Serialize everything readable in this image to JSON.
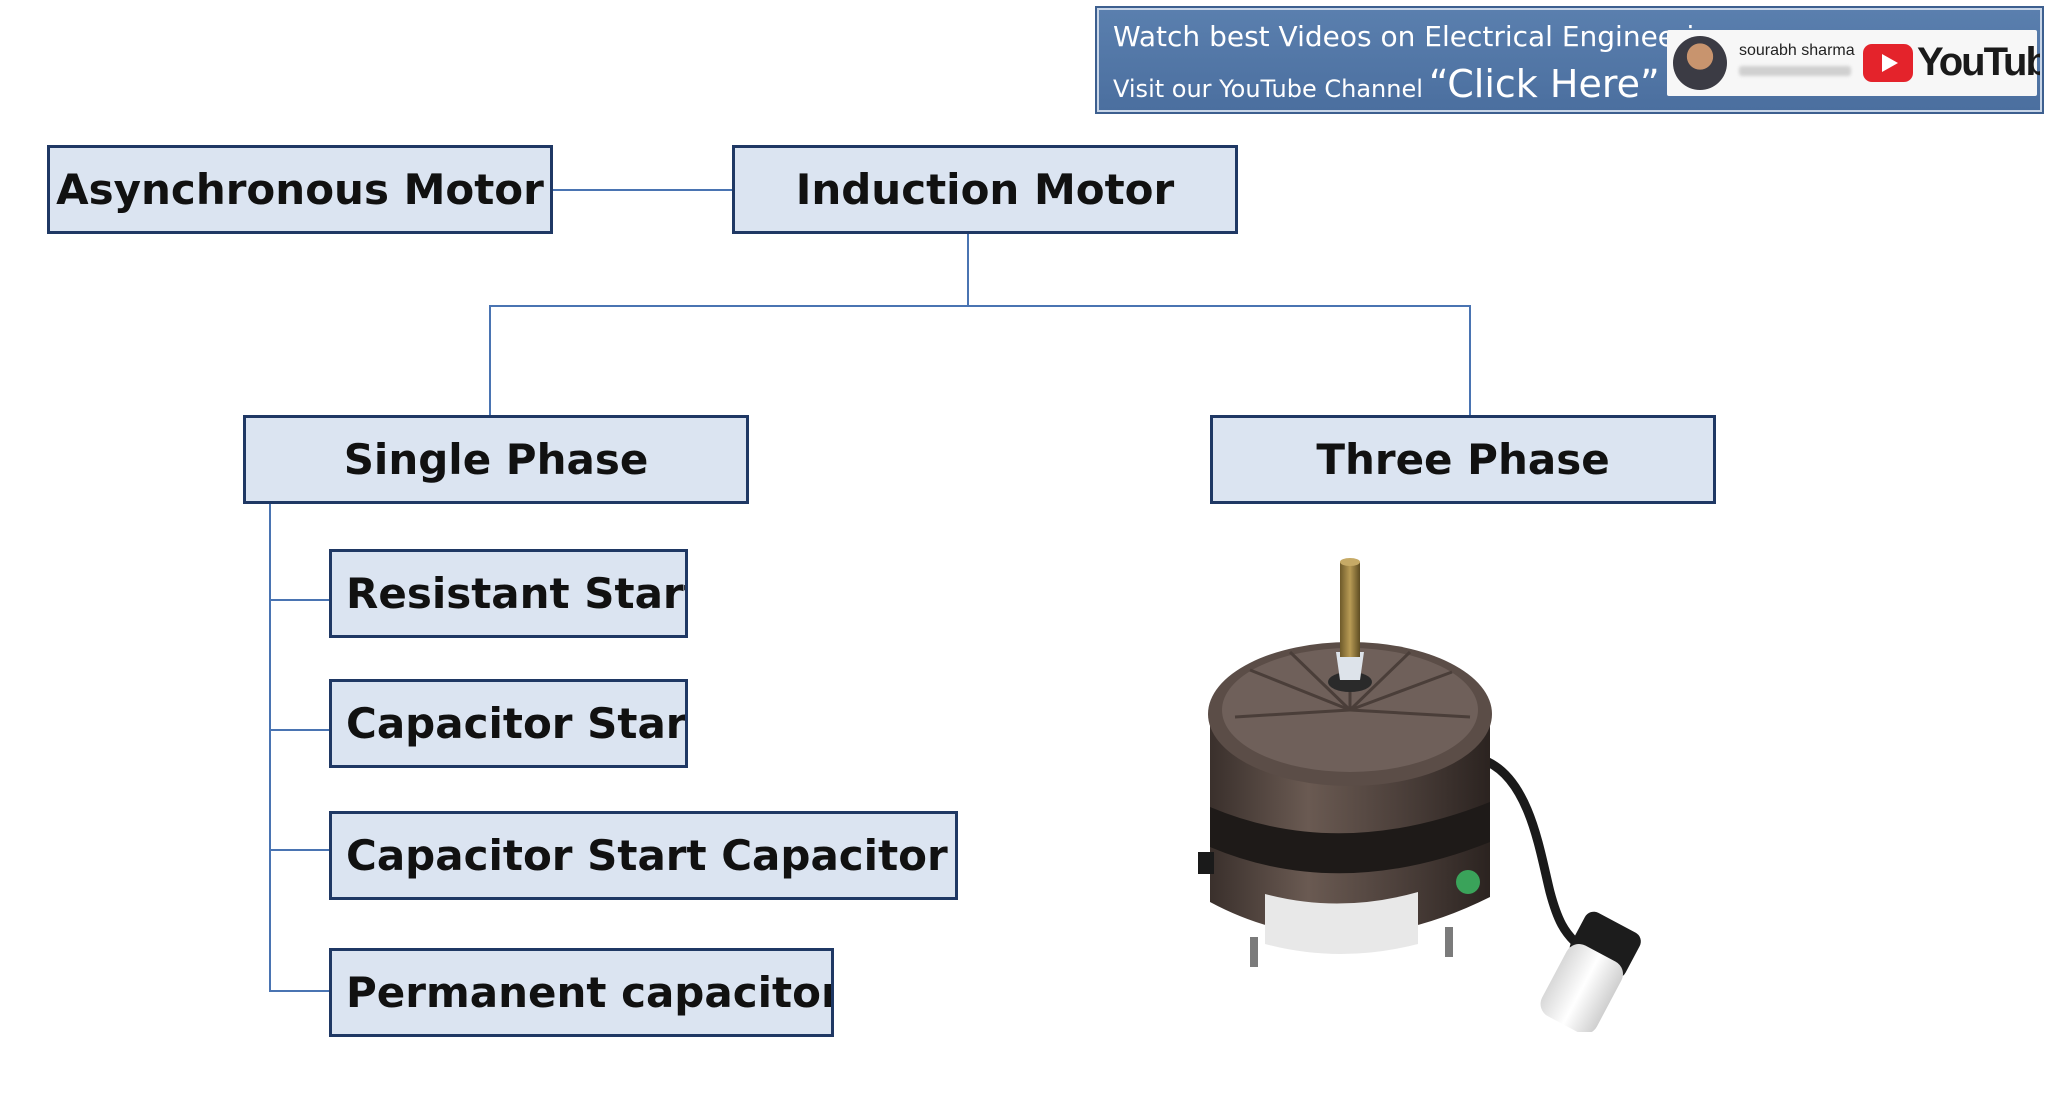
{
  "banner": {
    "line1": "Watch best Videos on Electrical Engineering",
    "line2": "Visit our YouTube Channel",
    "cta": "“Click Here”",
    "channel_name": "sourabh sharma",
    "youtube_label": "YouTube",
    "colors": {
      "background": "#4b6f9f",
      "youtube_red": "#e4232b"
    }
  },
  "diagram": {
    "root": "Induction Motor",
    "synonym": "Asynchronous Motor",
    "branches": [
      "Single Phase",
      "Three Phase"
    ],
    "single_phase_types": [
      "Resistant Start",
      "Capacitor Start",
      "Capacitor Start Capacitor run",
      "Permanent capacitor"
    ],
    "colors": {
      "box_fill": "#dbe4f1",
      "box_border": "#1f3864",
      "connector": "#4a74b2"
    }
  },
  "illustration": {
    "icon": "electric-motor-with-capacitor"
  }
}
